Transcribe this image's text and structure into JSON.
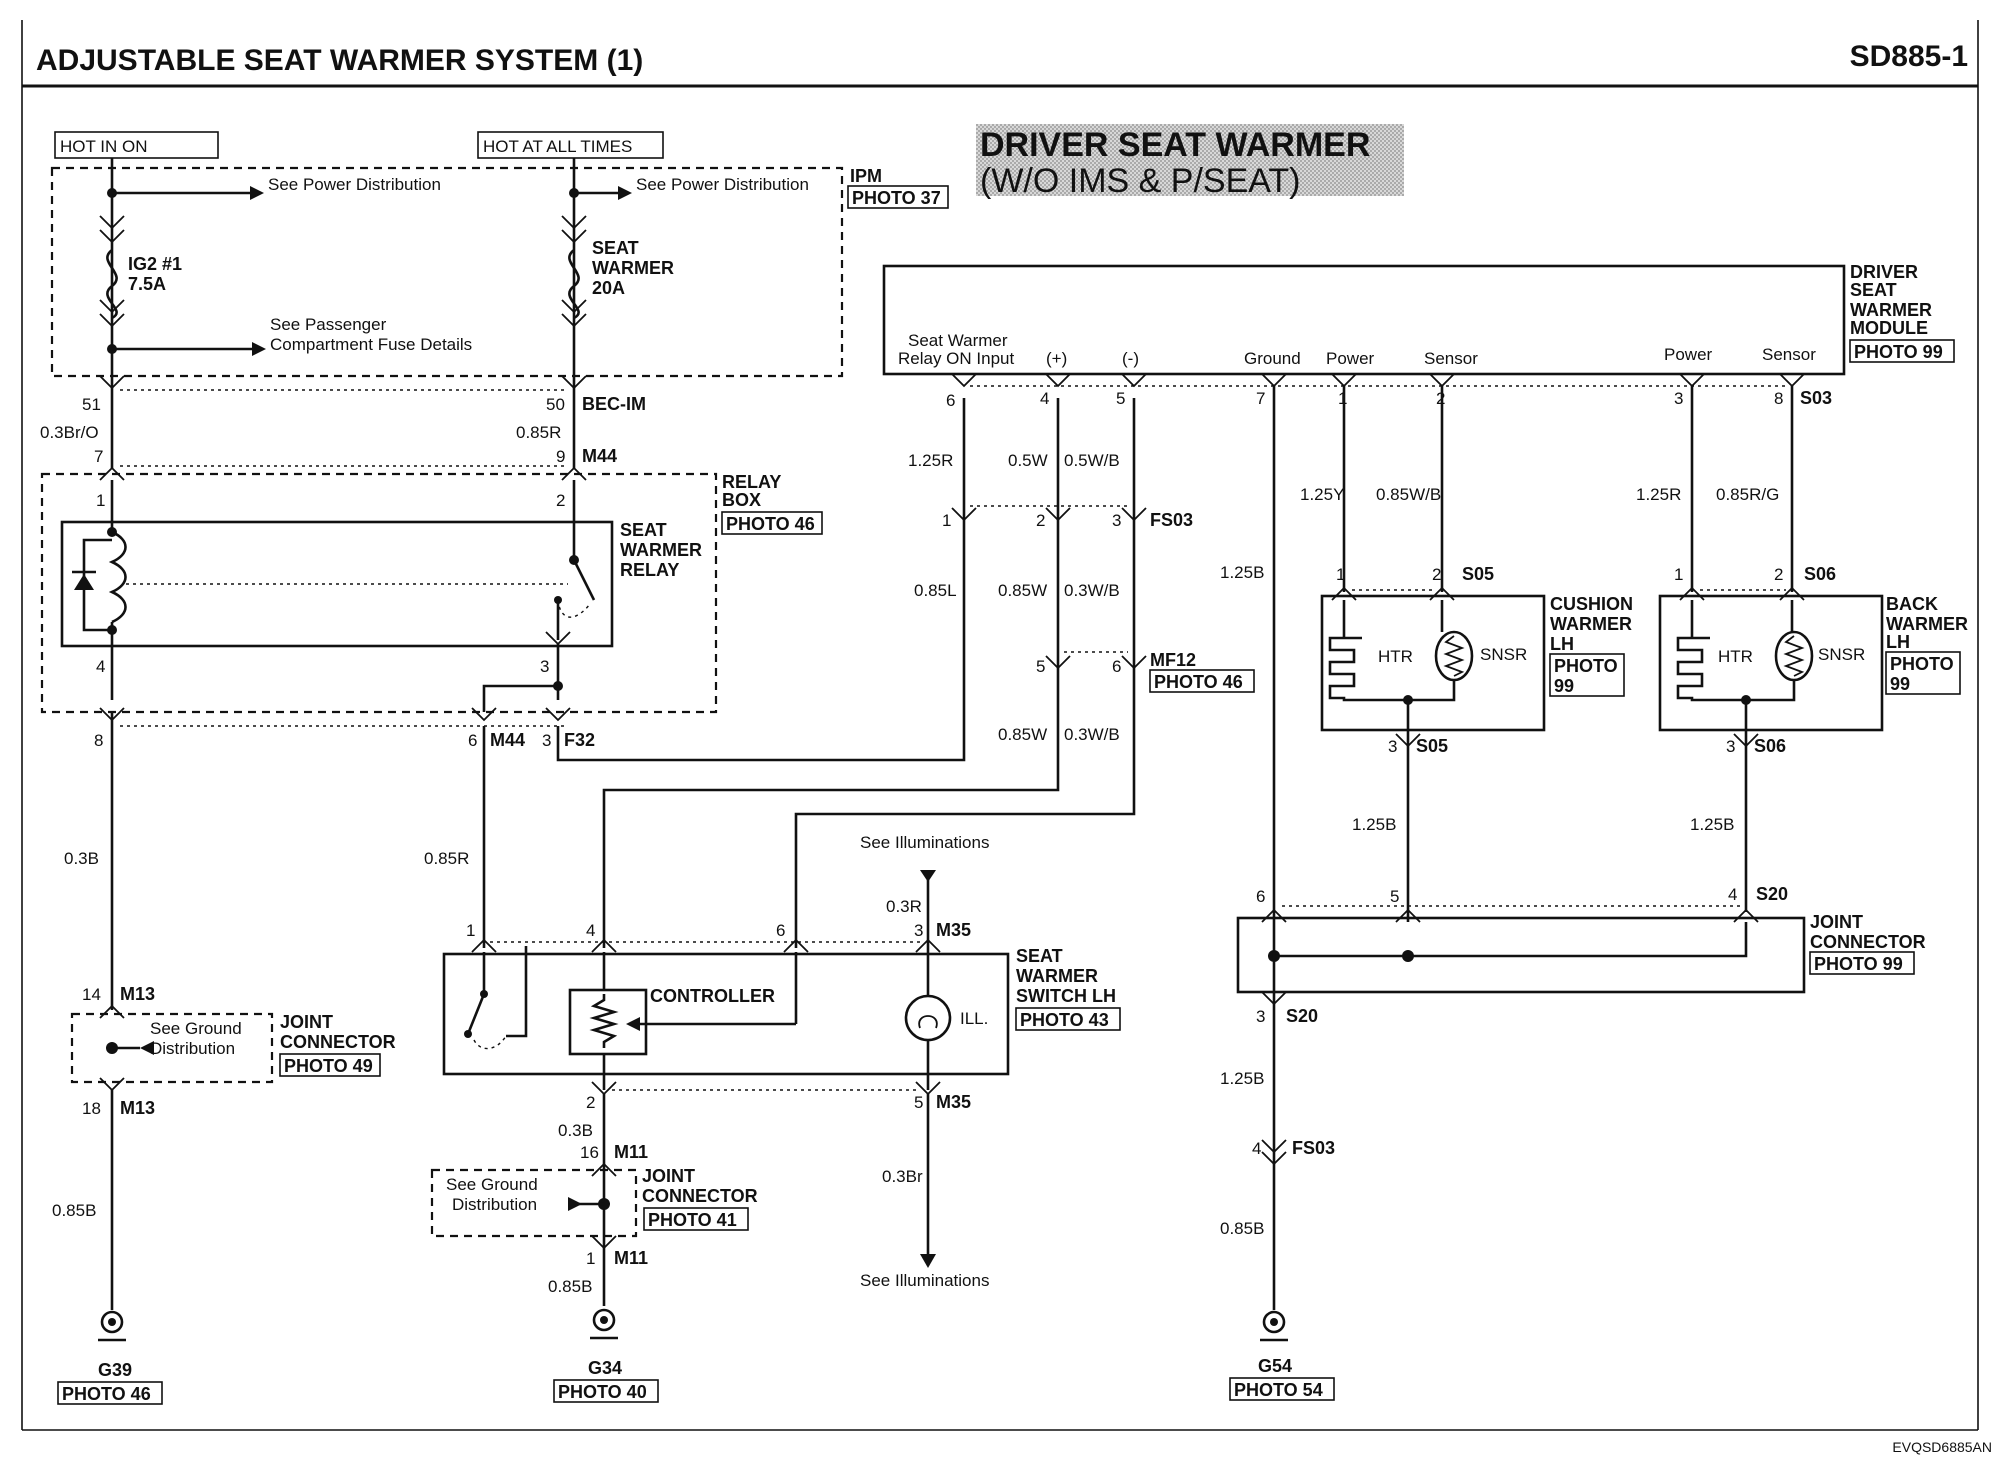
{
  "header": {
    "title": "ADJUSTABLE SEAT WARMER SYSTEM (1)",
    "code": "SD885-1",
    "section_title_line1": "DRIVER SEAT WARMER",
    "section_title_line2": "(W/O IMS & P/SEAT)",
    "footer_code": "EVQSD6885AN"
  },
  "power": {
    "hot_in_on": "HOT IN ON",
    "hot_at_all_times": "HOT AT ALL TIMES",
    "see_power_distribution": "See Power Distribution",
    "see_passenger_1": "See Passenger",
    "see_passenger_2": "Compartment Fuse Details",
    "ipm": "IPM",
    "ipm_photo": "PHOTO 37",
    "fuse1_line1": "IG2 #1",
    "fuse1_line2": "7.5A",
    "fuse2_line1": "SEAT",
    "fuse2_line2": "WARMER",
    "fuse2_line3": "20A"
  },
  "relay": {
    "box_line1": "RELAY",
    "box_line2": "BOX",
    "box_photo": "PHOTO 46",
    "name_line1": "SEAT",
    "name_line2": "WARMER",
    "name_line3": "RELAY"
  },
  "switch": {
    "name_line1": "SEAT",
    "name_line2": "WARMER",
    "name_line3": "SWITCH LH",
    "photo": "PHOTO 43",
    "controller": "CONTROLLER",
    "ill": "ILL.",
    "see_illuminations": "See Illuminations"
  },
  "module": {
    "name_line1": "DRIVER",
    "name_line2": "SEAT",
    "name_line3": "WARMER",
    "name_line4": "MODULE",
    "photo": "PHOTO 99",
    "pin_relay_1": "Seat Warmer",
    "pin_relay_2": "Relay ON Input",
    "pin_plus": "(+)",
    "pin_minus": "(-)",
    "pin_ground": "Ground",
    "pin_power": "Power",
    "pin_sensor": "Sensor"
  },
  "warmers": {
    "cushion_line1": "CUSHION",
    "cushion_line2": "WARMER",
    "cushion_line3": "LH",
    "back_line1": "BACK",
    "back_line2": "WARMER",
    "back_line3": "LH",
    "photo_word": "PHOTO",
    "photo_num": "99",
    "htr": "HTR",
    "snsr": "SNSR"
  },
  "joint": {
    "line1": "JOINT",
    "line2": "CONNECTOR",
    "photo_49": "PHOTO 49",
    "photo_41": "PHOTO 41",
    "photo_99": "PHOTO 99",
    "see_ground_1": "See Ground",
    "see_ground_2": "Distribution"
  },
  "grounds": {
    "g39": "G39",
    "g39_photo": "PHOTO 46",
    "g34": "G34",
    "g34_photo": "PHOTO 40",
    "g54": "G54",
    "g54_photo": "PHOTO 54"
  },
  "connectors": {
    "bec_im": "BEC-IM",
    "m44": "M44",
    "f32": "F32",
    "m13": "M13",
    "m35": "M35",
    "m11": "M11",
    "fs03": "FS03",
    "mf12": "MF12",
    "mf12_photo": "PHOTO 46",
    "s03": "S03",
    "s05": "S05",
    "s06": "S06",
    "s20": "S20"
  },
  "wires": {
    "w_03bro": "0.3Br/O",
    "w_085r": "0.85R",
    "w_03b": "0.3B",
    "w_085b": "0.85B",
    "w_03r": "0.3R",
    "w_03br": "0.3Br",
    "w_125r": "1.25R",
    "w_05w": "0.5W",
    "w_05wb": "0.5W/B",
    "w_085l": "0.85L",
    "w_085w": "0.85W",
    "w_03wb": "0.3W/B",
    "w_125b": "1.25B",
    "w_125y": "1.25Y",
    "w_085wb": "0.85W/B",
    "w_085rg": "0.85R/G"
  },
  "pins": {
    "p1": "1",
    "p2": "2",
    "p3": "3",
    "p4": "4",
    "p5": "5",
    "p6": "6",
    "p7": "7",
    "p8": "8",
    "p9": "9",
    "p14": "14",
    "p16": "16",
    "p18": "18",
    "p50": "50",
    "p51": "51"
  }
}
